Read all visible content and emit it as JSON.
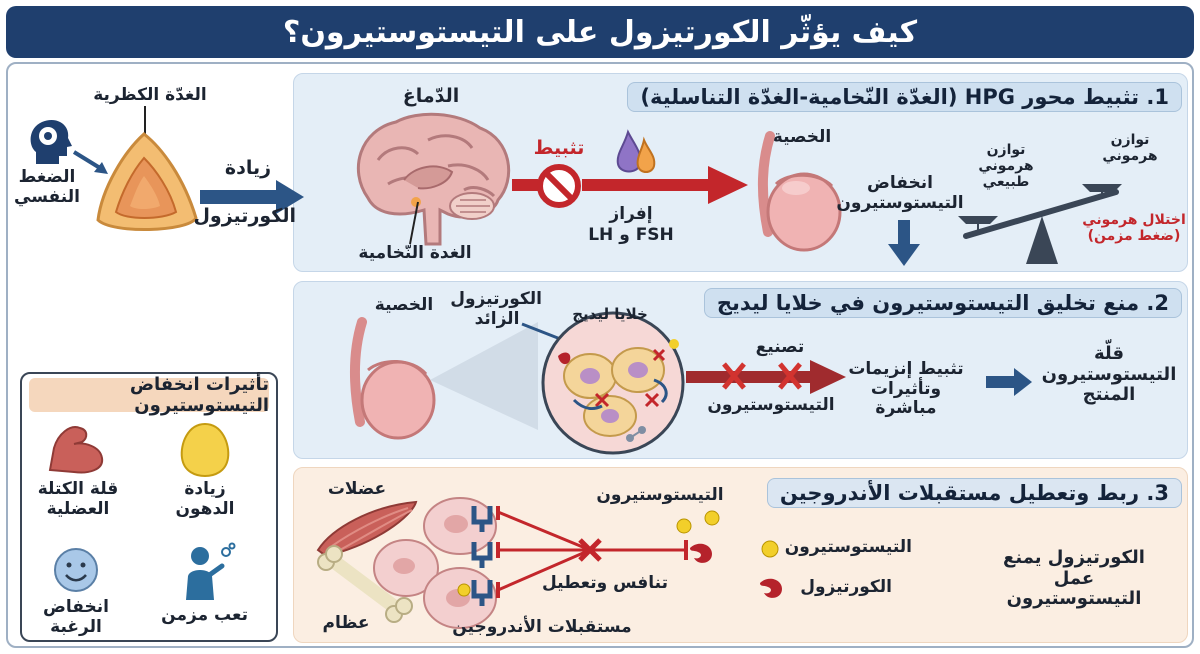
{
  "title": "كيف يؤثّر الكورتيزول على التيستوستيرون؟",
  "left": {
    "stress": "الضغط النفسي",
    "adrenal": "الغدّة الكظرية",
    "increase": "زيادة",
    "cortisol": "الكورتيزول"
  },
  "panel1": {
    "title": "1. تثبيط محور HPG (الغدّة النّخامية-الغدّة التناسلية)",
    "brain": "الدّماغ",
    "pituitary": "الغدة النّخامية",
    "inhibition": "تثبيط",
    "release": "إفراز",
    "hormones": "FSH و LH",
    "testis": "الخصية",
    "low_t": "انخفاض التيستوستيرون",
    "natural_balance": "توازن هرموني طبيعي",
    "balance": "توازن هرموني",
    "imbalance": "اختلال هرموني (ضغط مزمن)"
  },
  "panel2": {
    "title": "2. منع تخليق التيستوستيرون في خلايا ليديج",
    "testis": "الخصية",
    "excess_cortisol": "الكورتيزول الزائد",
    "leydig": "خلايا ليديج",
    "synthesis": "تصنيع",
    "testosterone": "التيستوستيرون",
    "enzyme_inhibit": "تثبيط إنزيمات وتأثيرات مباشرة",
    "less_t": "قلّة التيستوستيرون المنتج"
  },
  "panel3": {
    "title": "3. ربط وتعطيل مستقبلات الأندروجين",
    "muscles": "عضلات",
    "bones": "عظام",
    "testosterone_top": "التيستوستيرون",
    "compete": "تنافس وتعطيل",
    "receptors": "مستقبلات الأندروجين",
    "legend_t": "التيستوستيرون",
    "legend_c": "الكورتيزول",
    "conclusion": "الكورتيزول يمنع عمل التيستوستيرون"
  },
  "effects": {
    "title": "تأثيرات انخفاض التيستوستيرون",
    "fat": "زيادة الدهون",
    "muscle": "قلة الكتلة العضلية",
    "fatigue": "تعب مزمن",
    "libido": "انخفاض الرغبة"
  },
  "colors": {
    "navy": "#1f3f6e",
    "arrow_blue": "#2c5586",
    "inhibit_red": "#c3262b",
    "testosterone_yellow": "#f2cf2a",
    "cortisol_red": "#b5222b"
  }
}
